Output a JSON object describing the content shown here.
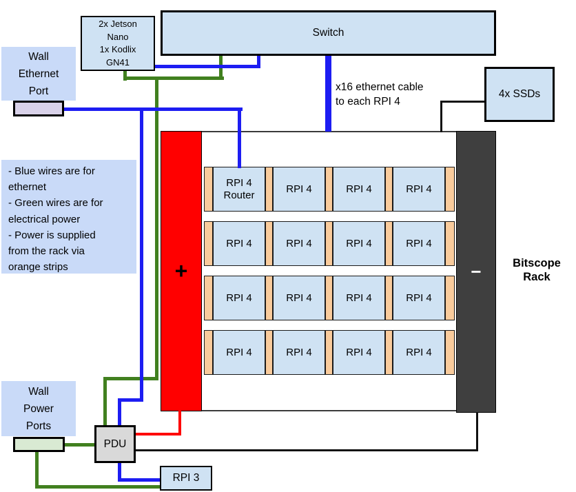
{
  "colors": {
    "ethernet_blue": "#1d1df2",
    "power_green": "#41801f",
    "wire_red": "#fe0000",
    "wire_black": "#111111",
    "device_fill": "#cfe2f3",
    "label_fill": "#c9daf8",
    "ethernet_port_fill": "#d9d2e9",
    "power_port_fill": "#d9ead3",
    "pdu_fill": "#d9d9d9",
    "orange_strip": "#f9cb9c",
    "positive_rail_red": "#ff0000",
    "negative_rail_dark": "#3f3f3f"
  },
  "boxes": {
    "switch": {
      "label": "Switch"
    },
    "jetson": {
      "lines": [
        "2x Jetson",
        "Nano",
        "1x Kodlix",
        "GN41"
      ]
    },
    "wall_ethernet": {
      "lines": [
        "Wall",
        "Ethernet",
        "Port"
      ]
    },
    "ssds": {
      "label": "4x SSDs"
    },
    "wall_power": {
      "lines": [
        "Wall",
        "Power",
        "Ports"
      ]
    },
    "pdu": {
      "label": "PDU"
    },
    "rpi3": {
      "label": "RPI 3"
    }
  },
  "cable_note": {
    "lines": [
      "x16 ethernet cable",
      "to each RPI 4"
    ]
  },
  "legend": {
    "lines": [
      "- Blue wires are for",
      "ethernet",
      "- Green wires are for",
      "electrical power",
      "- Power is supplied",
      "from the rack via",
      "orange strips"
    ]
  },
  "rack": {
    "name_lines": [
      "Bitscope",
      "Rack"
    ],
    "plus": "+",
    "minus": "−",
    "rows": [
      [
        "RPI 4 Router",
        "RPI 4",
        "RPI 4",
        "RPI 4"
      ],
      [
        "RPI 4",
        "RPI 4",
        "RPI 4",
        "RPI 4"
      ],
      [
        "RPI 4",
        "RPI 4",
        "RPI 4",
        "RPI 4"
      ],
      [
        "RPI 4",
        "RPI 4",
        "RPI 4",
        "RPI 4"
      ]
    ]
  }
}
